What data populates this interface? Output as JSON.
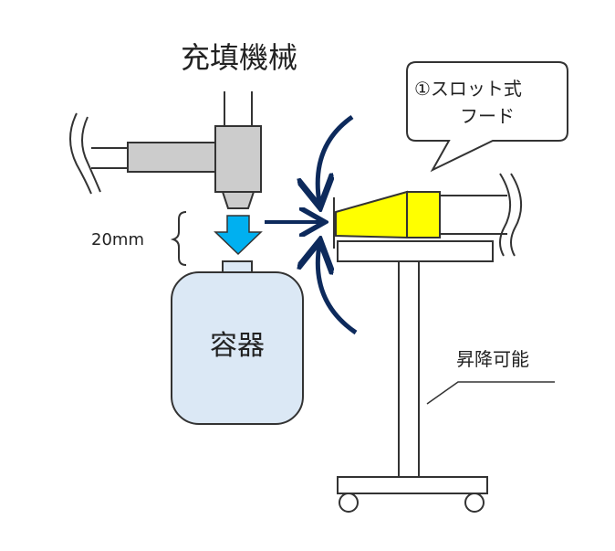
{
  "labels": {
    "filling_machine": "充填機械",
    "hood_line1": "①スロット式",
    "hood_line2": "フード",
    "gap": "20mm",
    "container": "容器",
    "adjustable": "昇降可能"
  },
  "colors": {
    "machine_fill": "#cccccc",
    "hood_fill": "#ffff00",
    "flow_arrow": "#00b0f0",
    "airflow": "#0d2a5c",
    "container_fill": "#dbe8f5",
    "outline": "#333333"
  }
}
